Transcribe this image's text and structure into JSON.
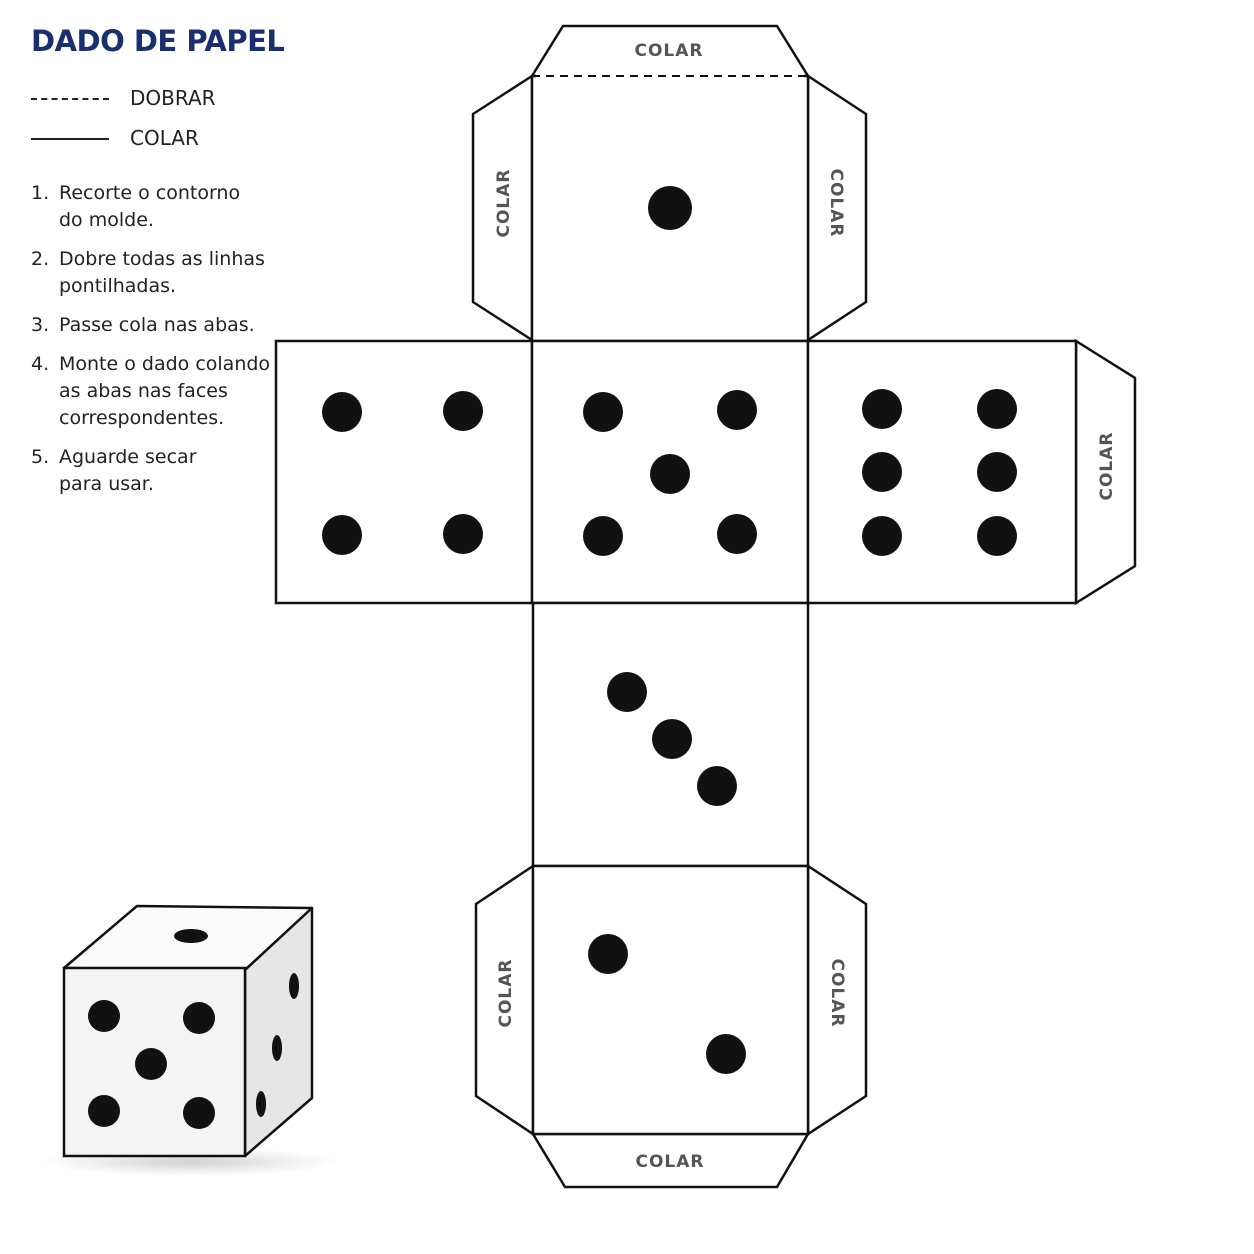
{
  "title": "DADO DE PAPEL",
  "legend": {
    "fold_label": "DOBRAR",
    "glue_label": "COLAR"
  },
  "steps": [
    {
      "num": "1.",
      "text_lines": [
        "Recorte o contorno",
        "do molde."
      ]
    },
    {
      "num": "2.",
      "text_lines": [
        "Dobre todas as linhas",
        "pontilhadas."
      ]
    },
    {
      "num": "3.",
      "text_lines": [
        "Passe cola nas abas."
      ]
    },
    {
      "num": "4.",
      "text_lines": [
        "Monte o dado colando",
        "as abas nas faces",
        "correspondentes."
      ]
    },
    {
      "num": "5.",
      "text_lines": [
        "Aguarde secar",
        "para usar."
      ]
    }
  ],
  "tab_label": "COLAR",
  "faces": {
    "top": {
      "pips": 1
    },
    "left": {
      "pips": 4
    },
    "center": {
      "pips": 5
    },
    "right": {
      "pips": 6
    },
    "below": {
      "pips": 3
    },
    "bottom": {
      "pips": 2
    }
  },
  "preview_die": {
    "front_pips": 5,
    "top_pips": 1,
    "side_pips": 3
  },
  "colors": {
    "title": "#1a2f6e",
    "ink": "#111111",
    "tab_text": "#555555"
  }
}
